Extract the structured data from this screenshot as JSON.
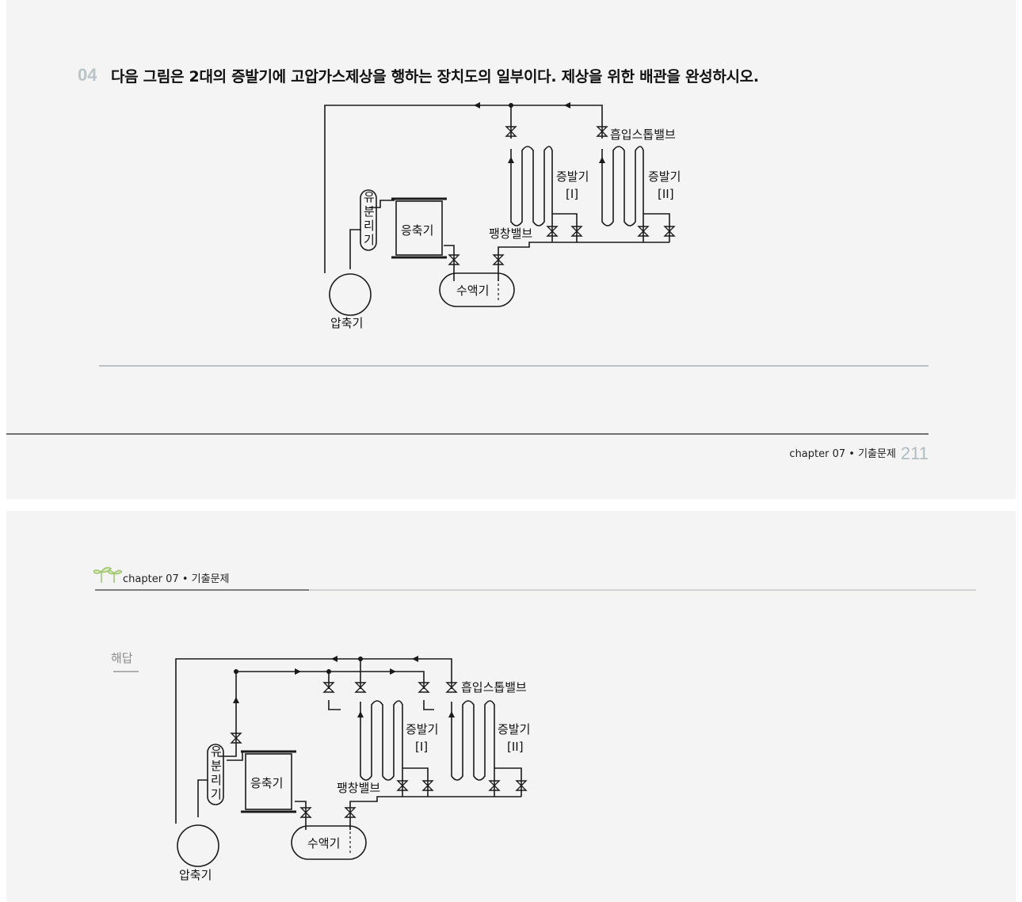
{
  "question": {
    "number": "04",
    "text": "다음 그림은 2대의 증발기에 고압가스제상을 행하는 장치도의 일부이다. 제상을 위한 배관을 완성하시오."
  },
  "page_footer": {
    "chapter": "chapter 07 • 기출문제",
    "page_number": "211"
  },
  "page_header": {
    "chapter": "chapter 07 • 기출문제"
  },
  "answer_label": "해답",
  "diagram_labels": {
    "oil_separator": [
      "유",
      "분",
      "리",
      "기"
    ],
    "condenser": "응축기",
    "compressor": "압축기",
    "receiver": "수액기",
    "expansion_valve": "팽창밸브",
    "evaporator_1": "증발기",
    "evaporator_1_num": "[I]",
    "evaporator_2": "증발기",
    "evaporator_2_num": "[II]",
    "suction_stop_valve": "흡입스톱밸브"
  },
  "colors": {
    "page_bg": "#f4f4f4",
    "line": "#1a1a1a",
    "accent_number": "#b8c4c8",
    "leaf_icon": "#9cc46a"
  }
}
